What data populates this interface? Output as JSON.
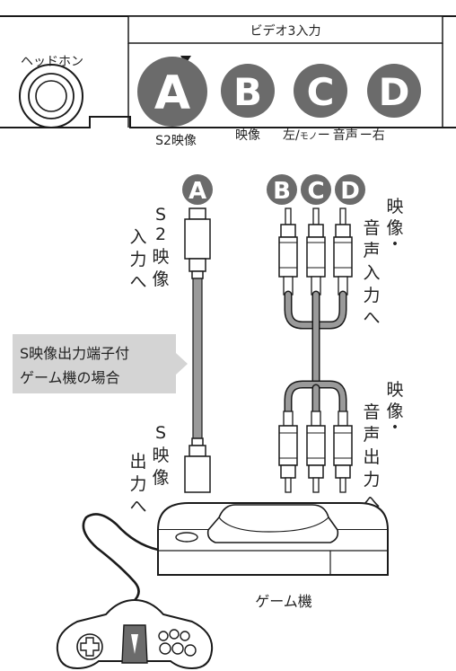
{
  "panel": {
    "input_group_label": "ビデオ3入力",
    "headphone_label": "ヘッドホン",
    "jack_letters": [
      "A",
      "B",
      "C",
      "D"
    ],
    "label_s2": "S2映像",
    "label_video": "映像",
    "label_left": "左/",
    "label_mono": "モノ",
    "label_dash1": "ー",
    "label_audio": "音声",
    "label_dash2": "ー",
    "label_right": "右"
  },
  "cables": {
    "s_cable_top_letter": "A",
    "av_top_letters": [
      "B",
      "C",
      "D"
    ],
    "s2_input_vertical": [
      "S",
      "2",
      "映",
      "像",
      "入",
      "力",
      "へ"
    ],
    "av_input_vertical": [
      "映",
      "像",
      "・",
      "音",
      "声",
      "入",
      "力",
      "へ"
    ],
    "s_output_vertical": [
      "S",
      "映",
      "像",
      "出",
      "力",
      "へ"
    ],
    "av_output_vertical": [
      "映",
      "像",
      "・",
      "音",
      "声",
      "出",
      "力",
      "へ"
    ]
  },
  "callout": {
    "line1": "S映像出力端子付",
    "line2": "ゲーム機の場合"
  },
  "console": {
    "label": "ゲーム機"
  },
  "colors": {
    "badge": "#6b6b6b",
    "callout_bg": "#d4d4d4",
    "cable_gray": "#9a9a9a",
    "line": "#1a1a1a"
  }
}
